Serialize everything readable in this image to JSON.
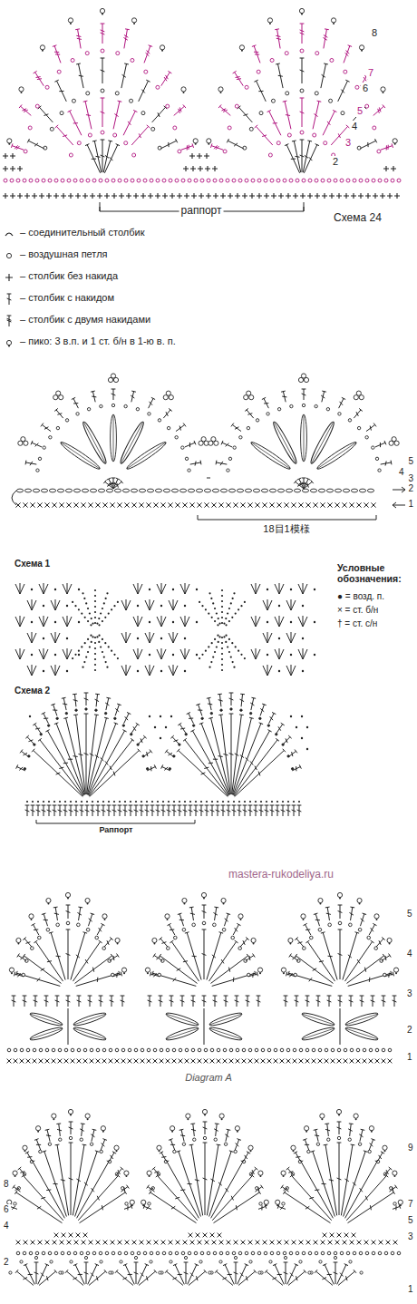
{
  "diagram": {
    "labels": [
      "8",
      "7",
      "6",
      "5",
      "4",
      "3",
      "2",
      "раппорт",
      "Схема 24",
      "5",
      "4",
      "3",
      "2",
      "1",
      "18目1模様",
      "Схема 1",
      "Условные обозначения:",
      "Схема 2",
      "Раппорт",
      "mastera-rukodeliya.ru",
      "5",
      "4",
      "3",
      "2",
      "1",
      "Diagram A",
      "9",
      "8",
      "7",
      "6",
      "5",
      "4",
      "3",
      "2",
      "1"
    ],
    "legend": [
      {
        "text": "– соединительный столбик"
      },
      {
        "text": "– воздушная петля"
      },
      {
        "text": "– столбик без накида"
      },
      {
        "text": "– столбик с накидом"
      },
      {
        "text": "– столбик с двумя накидами"
      },
      {
        "text": "– пико: 3 в.п. и 1 ст. б/н в 1-ю в. п."
      },
      {
        "text": "● = возд. п."
      },
      {
        "text": "× = ст. б/н"
      },
      {
        "text": "† = ст. с/н"
      }
    ]
  }
}
